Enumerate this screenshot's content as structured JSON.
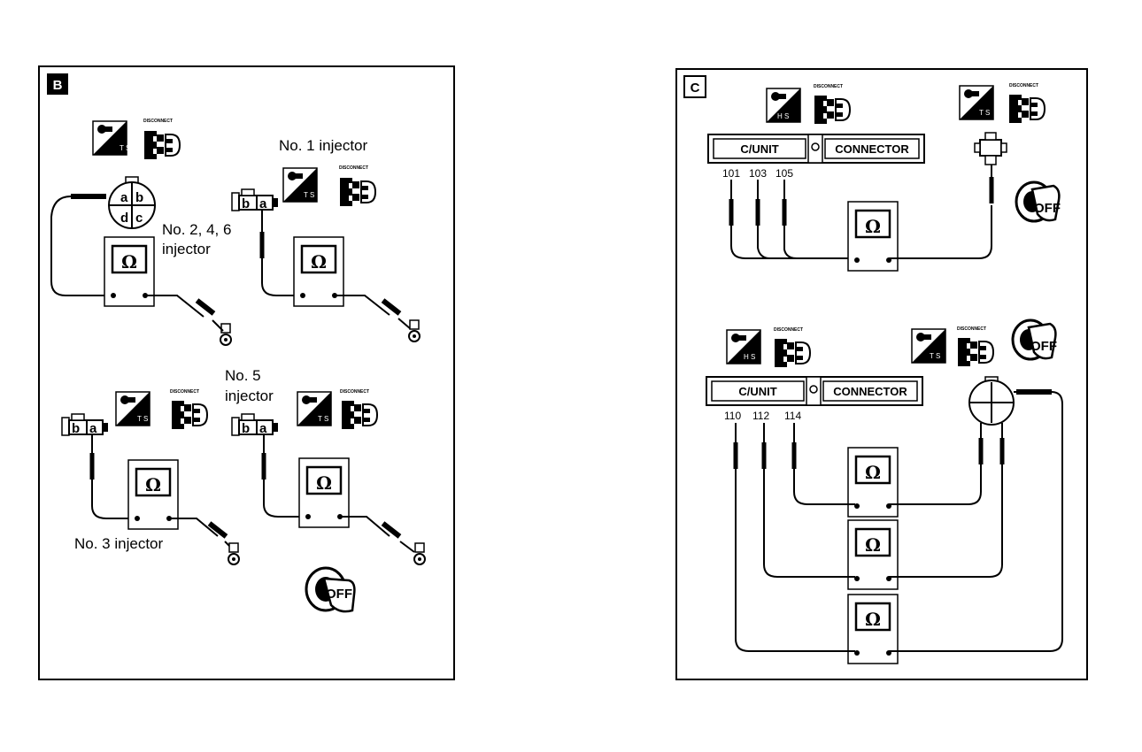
{
  "panels": {
    "b": {
      "letter": "B",
      "labels": {
        "no1": "No. 1 injector",
        "no246_a": "No. 2, 4, 6",
        "no246_b": "injector",
        "no5_a": "No. 5",
        "no5_b": "injector",
        "no3": "No. 3 injector"
      },
      "connector_letters": [
        "a",
        "b",
        "d",
        "c"
      ],
      "small_connector": [
        "b",
        "a"
      ]
    },
    "c": {
      "letter": "C",
      "unit_label": "C/UNIT",
      "connector_label": "CONNECTOR",
      "pins_top": [
        "101",
        "103",
        "105"
      ],
      "pins_bottom": [
        "110",
        "112",
        "114"
      ]
    }
  },
  "symbols": {
    "ohm": "Ω",
    "key_off": "OFF",
    "disconnect": "DISCONNECT",
    "hs": "H S",
    "ts": "T S"
  },
  "icons": [
    "ohmmeter-icon",
    "temperature-sensor-icon",
    "disconnect-connector-icon",
    "ignition-key-off-icon",
    "ground-terminal-icon",
    "probe-icon"
  ]
}
